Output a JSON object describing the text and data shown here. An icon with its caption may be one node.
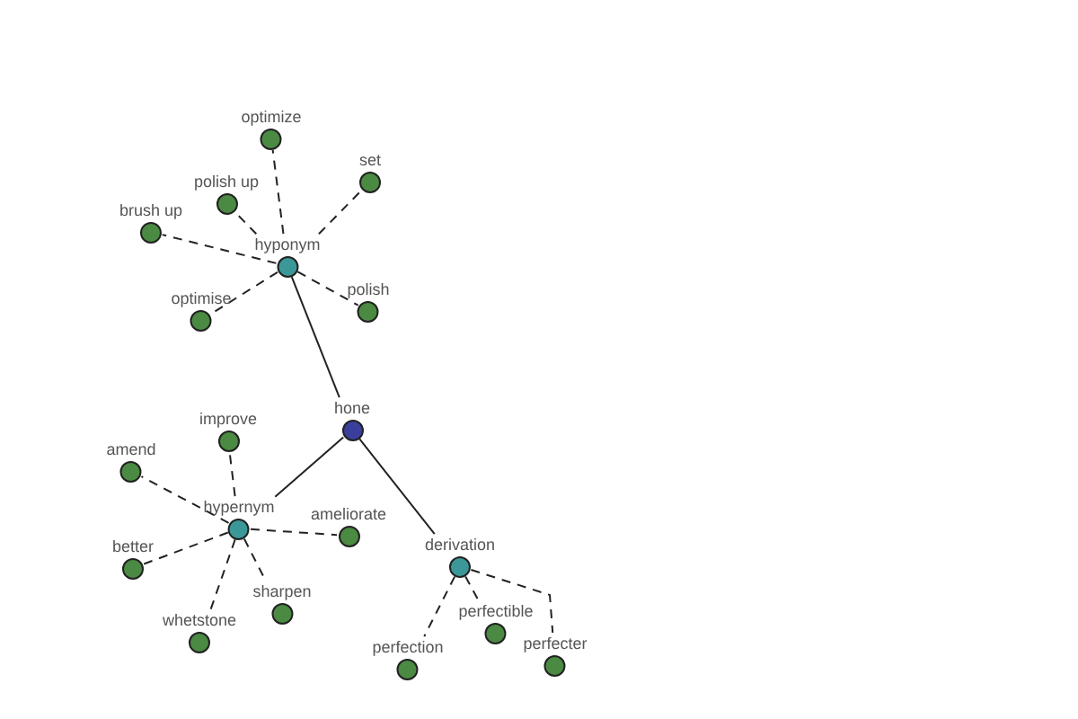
{
  "diagram": {
    "nodes": [
      {
        "text": [
          "hone"
        ]
      },
      {
        "text": [
          "hyponym"
        ]
      },
      {
        "text": [
          "hypernym"
        ]
      },
      {
        "text": [
          "derivation"
        ]
      },
      {
        "text": [
          "optimize"
        ]
      },
      {
        "text": [
          "set"
        ]
      },
      {
        "text": [
          "polish up"
        ]
      },
      {
        "text": [
          "brush up"
        ]
      },
      {
        "text": [
          "optimise"
        ]
      },
      {
        "text": [
          "polish"
        ]
      },
      {
        "text": [
          "improve"
        ]
      },
      {
        "text": [
          "amend"
        ]
      },
      {
        "text": [
          "ameliorate"
        ]
      },
      {
        "text": [
          "better"
        ]
      },
      {
        "text": [
          "sharpen"
        ]
      },
      {
        "text": [
          "whetstone"
        ]
      },
      {
        "text": [
          "perfectible"
        ]
      },
      {
        "text": [
          "perfection"
        ]
      },
      {
        "text": [
          "perfecter"
        ]
      }
    ],
    "edges": [
      {
        "from": 0,
        "to": 1,
        "arrow": "none"
      },
      {
        "from": 0,
        "to": 2,
        "arrow": "none"
      },
      {
        "from": 0,
        "to": 3,
        "arrow": "none"
      },
      {
        "from": 1,
        "to": 4,
        "arrow": "none",
        "style": "dashed"
      },
      {
        "from": 1,
        "to": 5,
        "arrow": "none",
        "style": "dashed"
      },
      {
        "from": 1,
        "to": 6,
        "arrow": "none",
        "style": "dashed"
      },
      {
        "from": 1,
        "to": 7,
        "arrow": "none",
        "style": "dashed"
      },
      {
        "from": 1,
        "to": 8,
        "arrow": "none",
        "style": "dashed"
      },
      {
        "from": 1,
        "to": 9,
        "arrow": "none",
        "style": "dashed"
      },
      {
        "from": 2,
        "to": 10,
        "arrow": "none",
        "style": "dashed"
      },
      {
        "from": 2,
        "to": 11,
        "arrow": "none",
        "style": "dashed"
      },
      {
        "from": 2,
        "to": 12,
        "arrow": "none",
        "style": "dashed"
      },
      {
        "from": 2,
        "to": 13,
        "arrow": "none",
        "style": "dashed"
      },
      {
        "from": 2,
        "to": 14,
        "arrow": "none",
        "style": "dashed"
      },
      {
        "from": 2,
        "to": 15,
        "arrow": "none",
        "style": "dashed"
      },
      {
        "from": 3,
        "to": 16,
        "arrow": "none",
        "style": "dashed"
      },
      {
        "from": 3,
        "to": 17,
        "arrow": "none",
        "style": "dashed"
      },
      {
        "from": 3,
        "to": 18,
        "arrow": "none",
        "style": "dashed"
      }
    ]
  }
}
